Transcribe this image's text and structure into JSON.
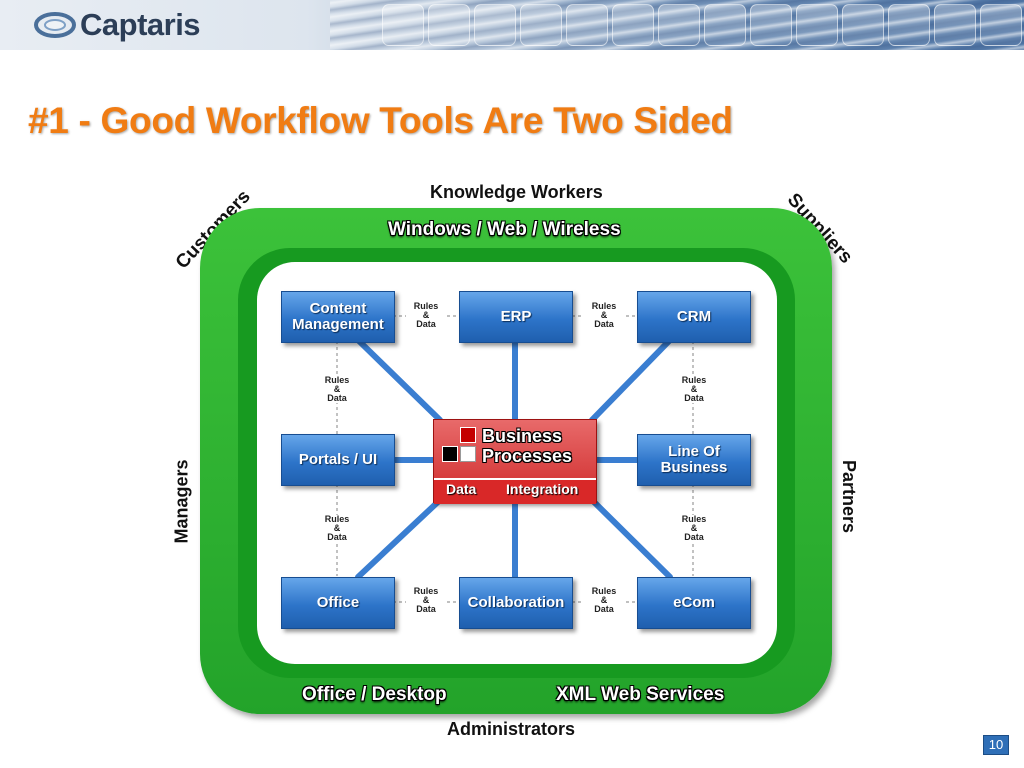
{
  "header": {
    "logo_text": "Captaris"
  },
  "slide": {
    "title": "#1 - Good Workflow Tools Are Two Sided",
    "page_number": "10"
  },
  "diagram": {
    "outer_labels": {
      "top": "Knowledge Workers",
      "bottom": "Administrators",
      "top_left": "Customers",
      "top_right": "Suppliers",
      "left": "Managers",
      "right": "Partners"
    },
    "ring_labels": {
      "top": "Windows / Web / Wireless",
      "bottom_left": "Office / Desktop",
      "bottom_right": "XML Web Services"
    },
    "boxes": {
      "content_management": "Content Management",
      "erp": "ERP",
      "crm": "CRM",
      "portals": "Portals / UI",
      "line_of_business": "Line Of Business",
      "office": "Office",
      "collaboration": "Collaboration",
      "ecom": "eCom"
    },
    "center": {
      "title_line1": "Business",
      "title_line2": "Processes",
      "tab_left": "Data",
      "tab_right": "Integration"
    },
    "connector_label": "Rules\n&\nData",
    "colors": {
      "title_orange": "#f07c13",
      "ring_green": "#23a32a",
      "box_blue": "#2d74c9",
      "center_red": "#cf2b2b"
    }
  }
}
